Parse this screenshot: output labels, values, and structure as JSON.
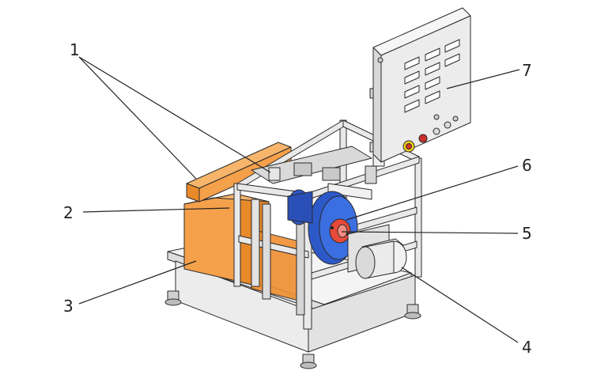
{
  "callouts": [
    {
      "id": "c1",
      "label": "1"
    },
    {
      "id": "c2",
      "label": "2"
    },
    {
      "id": "c3",
      "label": "3"
    },
    {
      "id": "c4",
      "label": "4"
    },
    {
      "id": "c5",
      "label": "5"
    },
    {
      "id": "c6",
      "label": "6"
    },
    {
      "id": "c7",
      "label": "7"
    }
  ],
  "colors": {
    "frame": "#e9e9e9",
    "frame_shade": "#cfcfcf",
    "orange": "#f5a04a",
    "orange_dark": "#e8892a",
    "blue": "#2c58c8",
    "red": "#e84a3a",
    "cabinet": "#ececec",
    "cabinet_side": "#d8d8d8",
    "motor": "#f2f2f2",
    "yellow": "#f3d21a"
  }
}
